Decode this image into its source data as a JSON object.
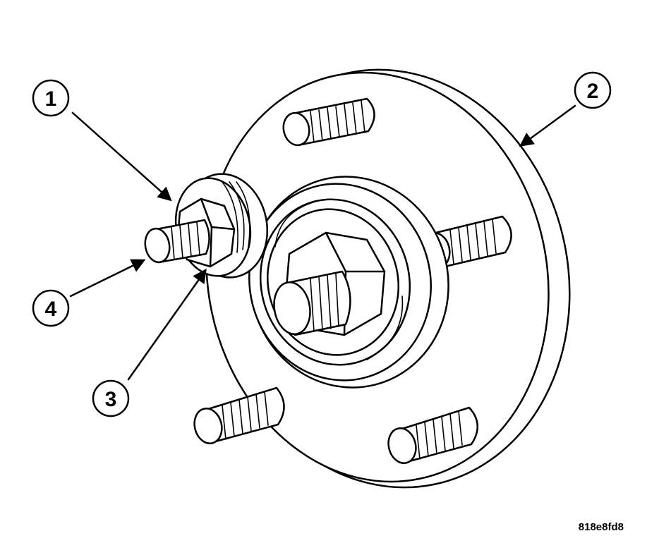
{
  "callouts": [
    {
      "id": "1",
      "label": "1"
    },
    {
      "id": "2",
      "label": "2"
    },
    {
      "id": "3",
      "label": "3"
    },
    {
      "id": "4",
      "label": "4"
    }
  ],
  "figure_code": "818e8fd8",
  "colors": {
    "line": "#000000",
    "background": "#ffffff"
  }
}
